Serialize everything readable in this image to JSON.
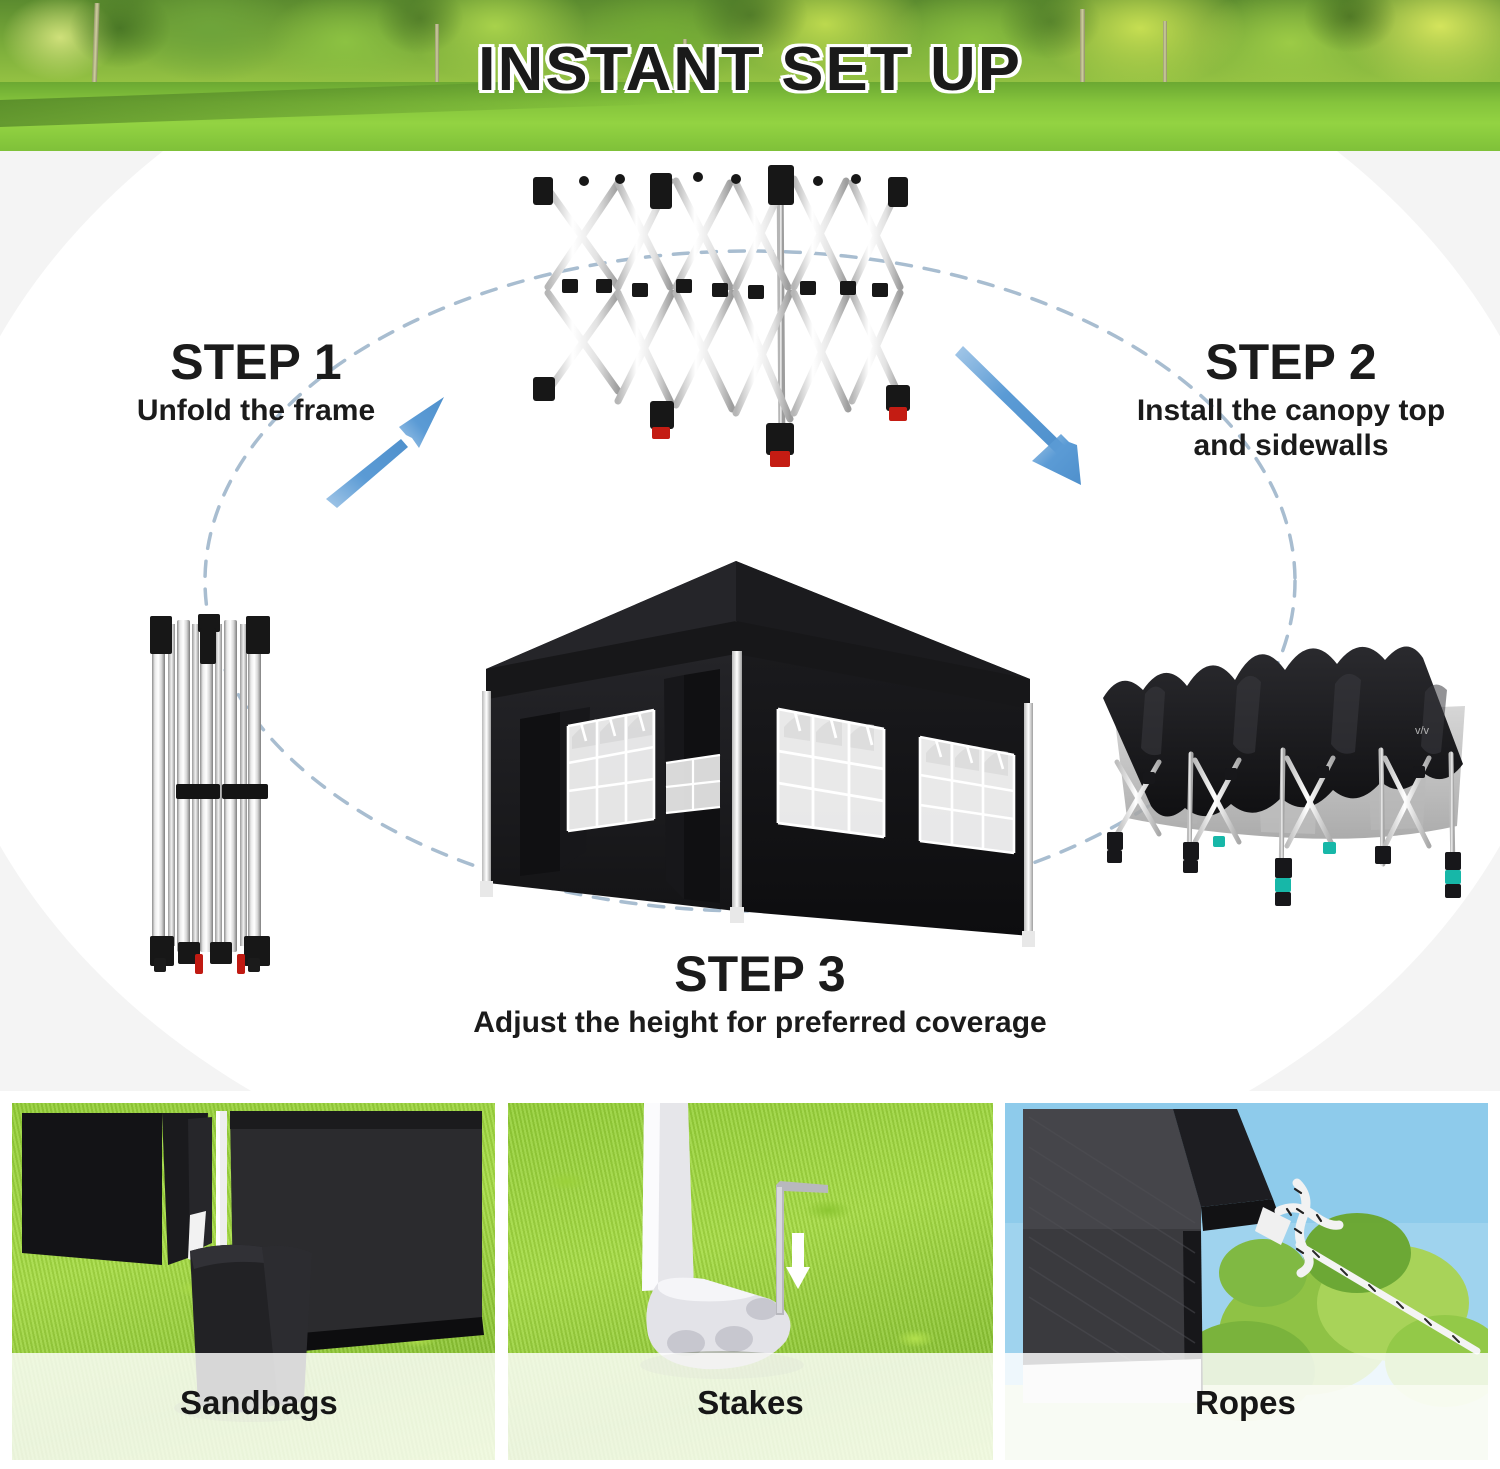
{
  "banner": {
    "title": "INSTANT SET UP"
  },
  "steps": [
    {
      "title": "STEP 1",
      "desc": "Unfold the frame"
    },
    {
      "title": "STEP 2",
      "desc": "Install the canopy top\nand sidewalls"
    },
    {
      "title": "STEP 3",
      "desc": "Adjust the height for preferred coverage"
    }
  ],
  "step2_desc_line1": "Install the canopy top",
  "step2_desc_line2": "and sidewalls",
  "accessories": [
    {
      "label": "Sandbags"
    },
    {
      "label": "Stakes"
    },
    {
      "label": "Ropes"
    }
  ],
  "colors": {
    "arrow_blue": "#5b9bd5",
    "dash_blue": "#a8bdd0",
    "title_text": "#1a1a1a",
    "title_outline": "#ffffff",
    "stage_bg": "#f4f4f4",
    "canopy_black": "#1d1d1f",
    "frame_white": "#f0f0f0",
    "foot_red": "#c01a12",
    "foot_teal": "#17b7a8"
  },
  "icons": {
    "arrow_left": "arrow-up-right-icon",
    "arrow_right": "arrow-down-right-icon",
    "dashed_path": "dashed-oval-path-icon"
  }
}
